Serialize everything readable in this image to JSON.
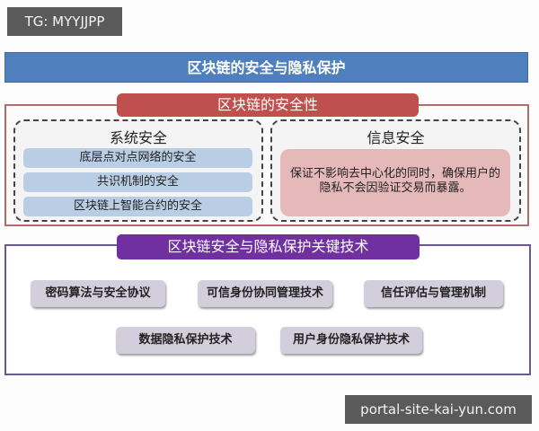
{
  "watermarks": {
    "top": "TG: MYYJJPP",
    "bottom": "portal-site-kai-yun.com"
  },
  "title": "区块链的安全与隐私保护",
  "security": {
    "label": "区块链的安全性",
    "system": {
      "title": "系统安全",
      "items": [
        "底层点对点网络的安全",
        "共识机制的安全",
        "区块链上智能合约的安全"
      ]
    },
    "info": {
      "title": "信息安全",
      "description": "保证不影响去中心化的同时，确保用户的隐私不会因验证交易而暴露。"
    }
  },
  "tech": {
    "label": "区块链安全与隐私保护关键技术",
    "items": [
      "密码算法与安全协议",
      "可信身份协同管理技术",
      "信任评估与管理机制",
      "数据隐私保护技术",
      "用户身份隐私保护技术"
    ]
  },
  "colors": {
    "title_bar": "#4f80bd",
    "security_label": "#c0504d",
    "tech_label": "#7030a0",
    "system_item": "#b9cde4",
    "info_box": "#e5b9b9",
    "tech_item": "#d2cedc"
  }
}
